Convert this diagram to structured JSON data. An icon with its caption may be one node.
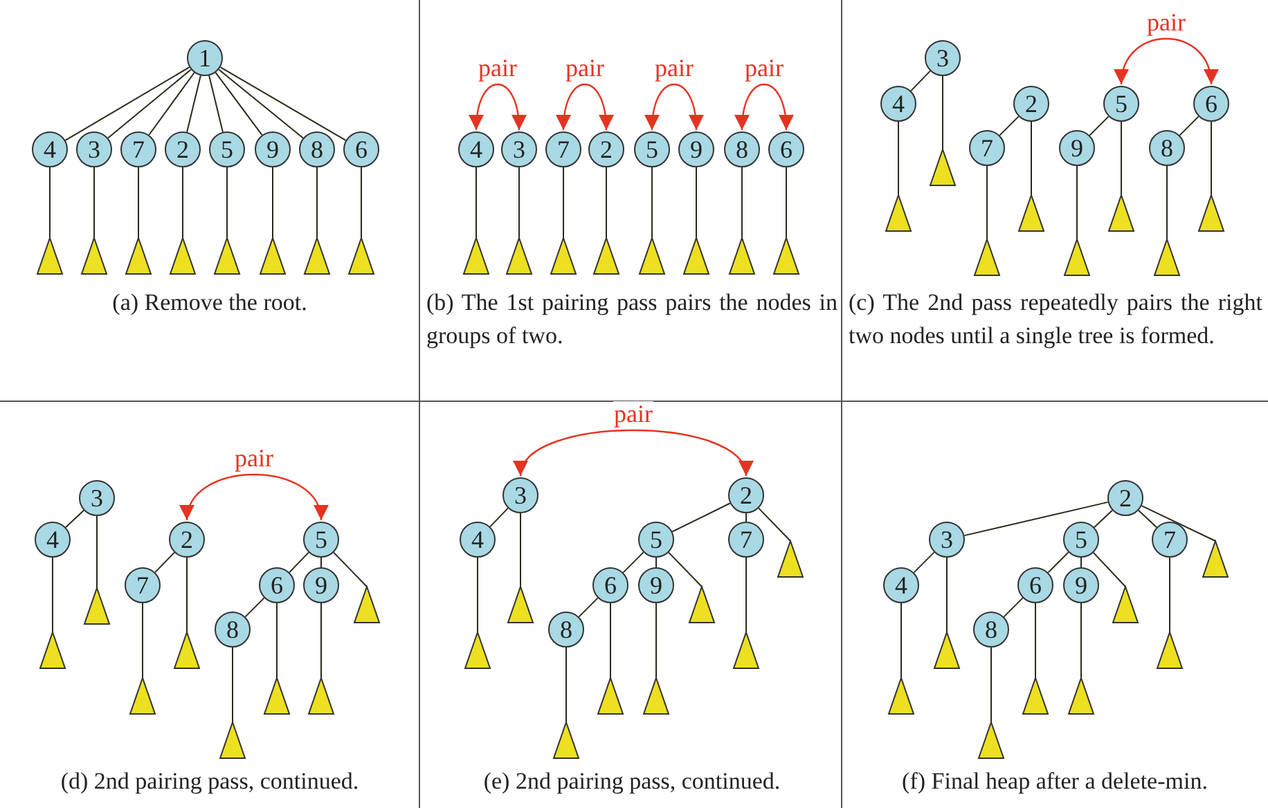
{
  "diagram": {
    "nodes": [
      {
        "text": [
          "1"
        ]
      },
      {
        "text": [
          "4"
        ]
      },
      {
        "text": [
          "3"
        ]
      },
      {
        "text": [
          "7"
        ]
      },
      {
        "text": [
          "2"
        ]
      },
      {
        "text": [
          "5"
        ]
      },
      {
        "text": [
          "9"
        ]
      },
      {
        "text": [
          "8"
        ]
      },
      {
        "text": [
          "6"
        ]
      },
      {
        "text": [],
        "shape": "triangle"
      },
      {
        "text": [],
        "shape": "triangle"
      },
      {
        "text": [],
        "shape": "triangle"
      },
      {
        "text": [],
        "shape": "triangle"
      },
      {
        "text": [],
        "shape": "triangle"
      },
      {
        "text": [],
        "shape": "triangle"
      },
      {
        "text": [],
        "shape": "triangle"
      },
      {
        "text": [],
        "shape": "triangle"
      },
      {
        "text": [
          "4"
        ]
      },
      {
        "text": [
          "3"
        ]
      },
      {
        "text": [
          "7"
        ]
      },
      {
        "text": [
          "2"
        ]
      },
      {
        "text": [
          "5"
        ]
      },
      {
        "text": [
          "9"
        ]
      },
      {
        "text": [
          "8"
        ]
      },
      {
        "text": [
          "6"
        ]
      },
      {
        "text": [],
        "shape": "triangle"
      },
      {
        "text": [],
        "shape": "triangle"
      },
      {
        "text": [],
        "shape": "triangle"
      },
      {
        "text": [],
        "shape": "triangle"
      },
      {
        "text": [],
        "shape": "triangle"
      },
      {
        "text": [],
        "shape": "triangle"
      },
      {
        "text": [],
        "shape": "triangle"
      },
      {
        "text": [],
        "shape": "triangle"
      },
      {
        "text": [
          "3"
        ]
      },
      {
        "text": [
          "4"
        ]
      },
      {
        "text": [
          "2"
        ]
      },
      {
        "text": [
          "5"
        ]
      },
      {
        "text": [
          "6"
        ]
      },
      {
        "text": [
          "7"
        ]
      },
      {
        "text": [
          "9"
        ]
      },
      {
        "text": [
          "8"
        ]
      },
      {
        "text": [],
        "shape": "triangle"
      },
      {
        "text": [],
        "shape": "triangle"
      },
      {
        "text": [],
        "shape": "triangle"
      },
      {
        "text": [],
        "shape": "triangle"
      },
      {
        "text": [],
        "shape": "triangle"
      },
      {
        "text": [],
        "shape": "triangle"
      },
      {
        "text": [],
        "shape": "triangle"
      },
      {
        "text": [],
        "shape": "triangle"
      },
      {
        "text": [
          "3"
        ]
      },
      {
        "text": [
          "4"
        ]
      },
      {
        "text": [
          "2"
        ]
      },
      {
        "text": [
          "5"
        ]
      },
      {
        "text": [
          "7"
        ]
      },
      {
        "text": [
          "6"
        ]
      },
      {
        "text": [
          "9"
        ]
      },
      {
        "text": [],
        "shape": "triangle"
      },
      {
        "text": [],
        "shape": "triangle"
      },
      {
        "text": [
          "8"
        ]
      },
      {
        "text": [],
        "shape": "triangle"
      },
      {
        "text": [],
        "shape": "triangle"
      },
      {
        "text": [],
        "shape": "triangle"
      },
      {
        "text": [],
        "shape": "triangle"
      },
      {
        "text": [],
        "shape": "triangle"
      },
      {
        "text": [],
        "shape": "triangle"
      },
      {
        "text": [
          "3"
        ]
      },
      {
        "text": [
          "2"
        ]
      },
      {
        "text": [
          "4"
        ]
      },
      {
        "text": [
          "5"
        ]
      },
      {
        "text": [
          "7"
        ]
      },
      {
        "text": [],
        "shape": "triangle"
      },
      {
        "text": [
          "6"
        ]
      },
      {
        "text": [
          "9"
        ]
      },
      {
        "text": [],
        "shape": "triangle"
      },
      {
        "text": [],
        "shape": "triangle"
      },
      {
        "text": [
          "8"
        ]
      },
      {
        "text": [],
        "shape": "triangle"
      },
      {
        "text": [],
        "shape": "triangle"
      },
      {
        "text": [],
        "shape": "triangle"
      },
      {
        "text": [],
        "shape": "triangle"
      },
      {
        "text": [],
        "shape": "triangle"
      },
      {
        "text": [
          "2"
        ]
      },
      {
        "text": [
          "3"
        ]
      },
      {
        "text": [
          "5"
        ]
      },
      {
        "text": [
          "7"
        ]
      },
      {
        "text": [],
        "shape": "triangle"
      },
      {
        "text": [
          "4"
        ]
      },
      {
        "text": [
          "6"
        ]
      },
      {
        "text": [
          "9"
        ]
      },
      {
        "text": [],
        "shape": "triangle"
      },
      {
        "text": [
          "8"
        ]
      },
      {
        "text": [],
        "shape": "triangle"
      },
      {
        "text": [],
        "shape": "triangle"
      },
      {
        "text": [],
        "shape": "triangle"
      },
      {
        "text": [],
        "shape": "triangle"
      },
      {
        "text": [],
        "shape": "triangle"
      },
      {
        "text": [],
        "shape": "triangle"
      }
    ],
    "edges": [
      {
        "from": 0,
        "to": 1,
        "arrow": "none"
      },
      {
        "from": 0,
        "to": 2,
        "arrow": "none"
      },
      {
        "from": 0,
        "to": 3,
        "arrow": "none"
      },
      {
        "from": 0,
        "to": 4,
        "arrow": "none"
      },
      {
        "from": 0,
        "to": 5,
        "arrow": "none"
      },
      {
        "from": 0,
        "to": 6,
        "arrow": "none"
      },
      {
        "from": 0,
        "to": 7,
        "arrow": "none"
      },
      {
        "from": 0,
        "to": 8,
        "arrow": "none"
      },
      {
        "from": 1,
        "to": 9,
        "arrow": "none"
      },
      {
        "from": 2,
        "to": 10,
        "arrow": "none"
      },
      {
        "from": 3,
        "to": 11,
        "arrow": "none"
      },
      {
        "from": 4,
        "to": 12,
        "arrow": "none"
      },
      {
        "from": 5,
        "to": 13,
        "arrow": "none"
      },
      {
        "from": 6,
        "to": 14,
        "arrow": "none"
      },
      {
        "from": 7,
        "to": 15,
        "arrow": "none"
      },
      {
        "from": 8,
        "to": 16,
        "arrow": "none"
      },
      {
        "from": 17,
        "to": 18,
        "arrow": "both",
        "label": "pair",
        "color": "#e53322"
      },
      {
        "from": 19,
        "to": 20,
        "arrow": "both",
        "label": "pair",
        "color": "#e53322"
      },
      {
        "from": 21,
        "to": 22,
        "arrow": "both",
        "label": "pair",
        "color": "#e53322"
      },
      {
        "from": 23,
        "to": 24,
        "arrow": "both",
        "label": "pair",
        "color": "#e53322"
      },
      {
        "from": 17,
        "to": 25,
        "arrow": "none"
      },
      {
        "from": 18,
        "to": 26,
        "arrow": "none"
      },
      {
        "from": 19,
        "to": 27,
        "arrow": "none"
      },
      {
        "from": 20,
        "to": 28,
        "arrow": "none"
      },
      {
        "from": 21,
        "to": 29,
        "arrow": "none"
      },
      {
        "from": 22,
        "to": 30,
        "arrow": "none"
      },
      {
        "from": 23,
        "to": 31,
        "arrow": "none"
      },
      {
        "from": 24,
        "to": 32,
        "arrow": "none"
      },
      {
        "from": 36,
        "to": 37,
        "arrow": "both",
        "label": "pair",
        "color": "#e53322"
      },
      {
        "from": 33,
        "to": 34,
        "arrow": "none"
      },
      {
        "from": 33,
        "to": 41,
        "arrow": "none"
      },
      {
        "from": 34,
        "to": 42,
        "arrow": "none"
      },
      {
        "from": 35,
        "to": 38,
        "arrow": "none"
      },
      {
        "from": 35,
        "to": 43,
        "arrow": "none"
      },
      {
        "from": 36,
        "to": 39,
        "arrow": "none"
      },
      {
        "from": 36,
        "to": 44,
        "arrow": "none"
      },
      {
        "from": 37,
        "to": 40,
        "arrow": "none"
      },
      {
        "from": 37,
        "to": 45,
        "arrow": "none"
      },
      {
        "from": 38,
        "to": 46,
        "arrow": "none"
      },
      {
        "from": 39,
        "to": 47,
        "arrow": "none"
      },
      {
        "from": 40,
        "to": 48,
        "arrow": "none"
      },
      {
        "from": 51,
        "to": 52,
        "arrow": "both",
        "label": "pair",
        "color": "#e53322"
      },
      {
        "from": 49,
        "to": 50,
        "arrow": "none"
      },
      {
        "from": 49,
        "to": 56,
        "arrow": "none"
      },
      {
        "from": 50,
        "to": 59,
        "arrow": "none"
      },
      {
        "from": 51,
        "to": 53,
        "arrow": "none"
      },
      {
        "from": 51,
        "to": 60,
        "arrow": "none"
      },
      {
        "from": 52,
        "to": 54,
        "arrow": "none"
      },
      {
        "from": 52,
        "to": 55,
        "arrow": "none"
      },
      {
        "from": 52,
        "to": 57,
        "arrow": "none"
      },
      {
        "from": 53,
        "to": 61,
        "arrow": "none"
      },
      {
        "from": 54,
        "to": 58,
        "arrow": "none"
      },
      {
        "from": 54,
        "to": 62,
        "arrow": "none"
      },
      {
        "from": 55,
        "to": 63,
        "arrow": "none"
      },
      {
        "from": 58,
        "to": 64,
        "arrow": "none"
      },
      {
        "from": 65,
        "to": 66,
        "arrow": "both",
        "label": "pair",
        "color": "#e53322"
      },
      {
        "from": 65,
        "to": 67,
        "arrow": "none"
      },
      {
        "from": 65,
        "to": 73,
        "arrow": "none"
      },
      {
        "from": 66,
        "to": 68,
        "arrow": "none"
      },
      {
        "from": 66,
        "to": 69,
        "arrow": "none"
      },
      {
        "from": 66,
        "to": 70,
        "arrow": "none"
      },
      {
        "from": 67,
        "to": 76,
        "arrow": "none"
      },
      {
        "from": 68,
        "to": 71,
        "arrow": "none"
      },
      {
        "from": 68,
        "to": 72,
        "arrow": "none"
      },
      {
        "from": 68,
        "to": 74,
        "arrow": "none"
      },
      {
        "from": 69,
        "to": 77,
        "arrow": "none"
      },
      {
        "from": 71,
        "to": 75,
        "arrow": "none"
      },
      {
        "from": 71,
        "to": 78,
        "arrow": "none"
      },
      {
        "from": 72,
        "to": 79,
        "arrow": "none"
      },
      {
        "from": 75,
        "to": 80,
        "arrow": "none"
      },
      {
        "from": 81,
        "to": 82,
        "arrow": "none"
      },
      {
        "from": 81,
        "to": 83,
        "arrow": "none"
      },
      {
        "from": 81,
        "to": 84,
        "arrow": "none"
      },
      {
        "from": 81,
        "to": 85,
        "arrow": "none"
      },
      {
        "from": 82,
        "to": 86,
        "arrow": "none"
      },
      {
        "from": 82,
        "to": 91,
        "arrow": "none"
      },
      {
        "from": 83,
        "to": 87,
        "arrow": "none"
      },
      {
        "from": 83,
        "to": 88,
        "arrow": "none"
      },
      {
        "from": 83,
        "to": 89,
        "arrow": "none"
      },
      {
        "from": 84,
        "to": 92,
        "arrow": "none"
      },
      {
        "from": 86,
        "to": 93,
        "arrow": "none"
      },
      {
        "from": 87,
        "to": 90,
        "arrow": "none"
      },
      {
        "from": 87,
        "to": 94,
        "arrow": "none"
      },
      {
        "from": 88,
        "to": 95,
        "arrow": "none"
      },
      {
        "from": 90,
        "to": 96,
        "arrow": "none"
      }
    ],
    "labels": [
      "(a) Remove the root.",
      "(b) The 1st pairing pass pairs the nodes in groups of two.",
      "(c) The 2nd pass repeatedly pairs the right two nodes until a single tree is formed.",
      "(d) 2nd pairing pass, continued.",
      "(e) 2nd pairing pass, continued.",
      "(f) Final heap after a delete-min."
    ]
  }
}
